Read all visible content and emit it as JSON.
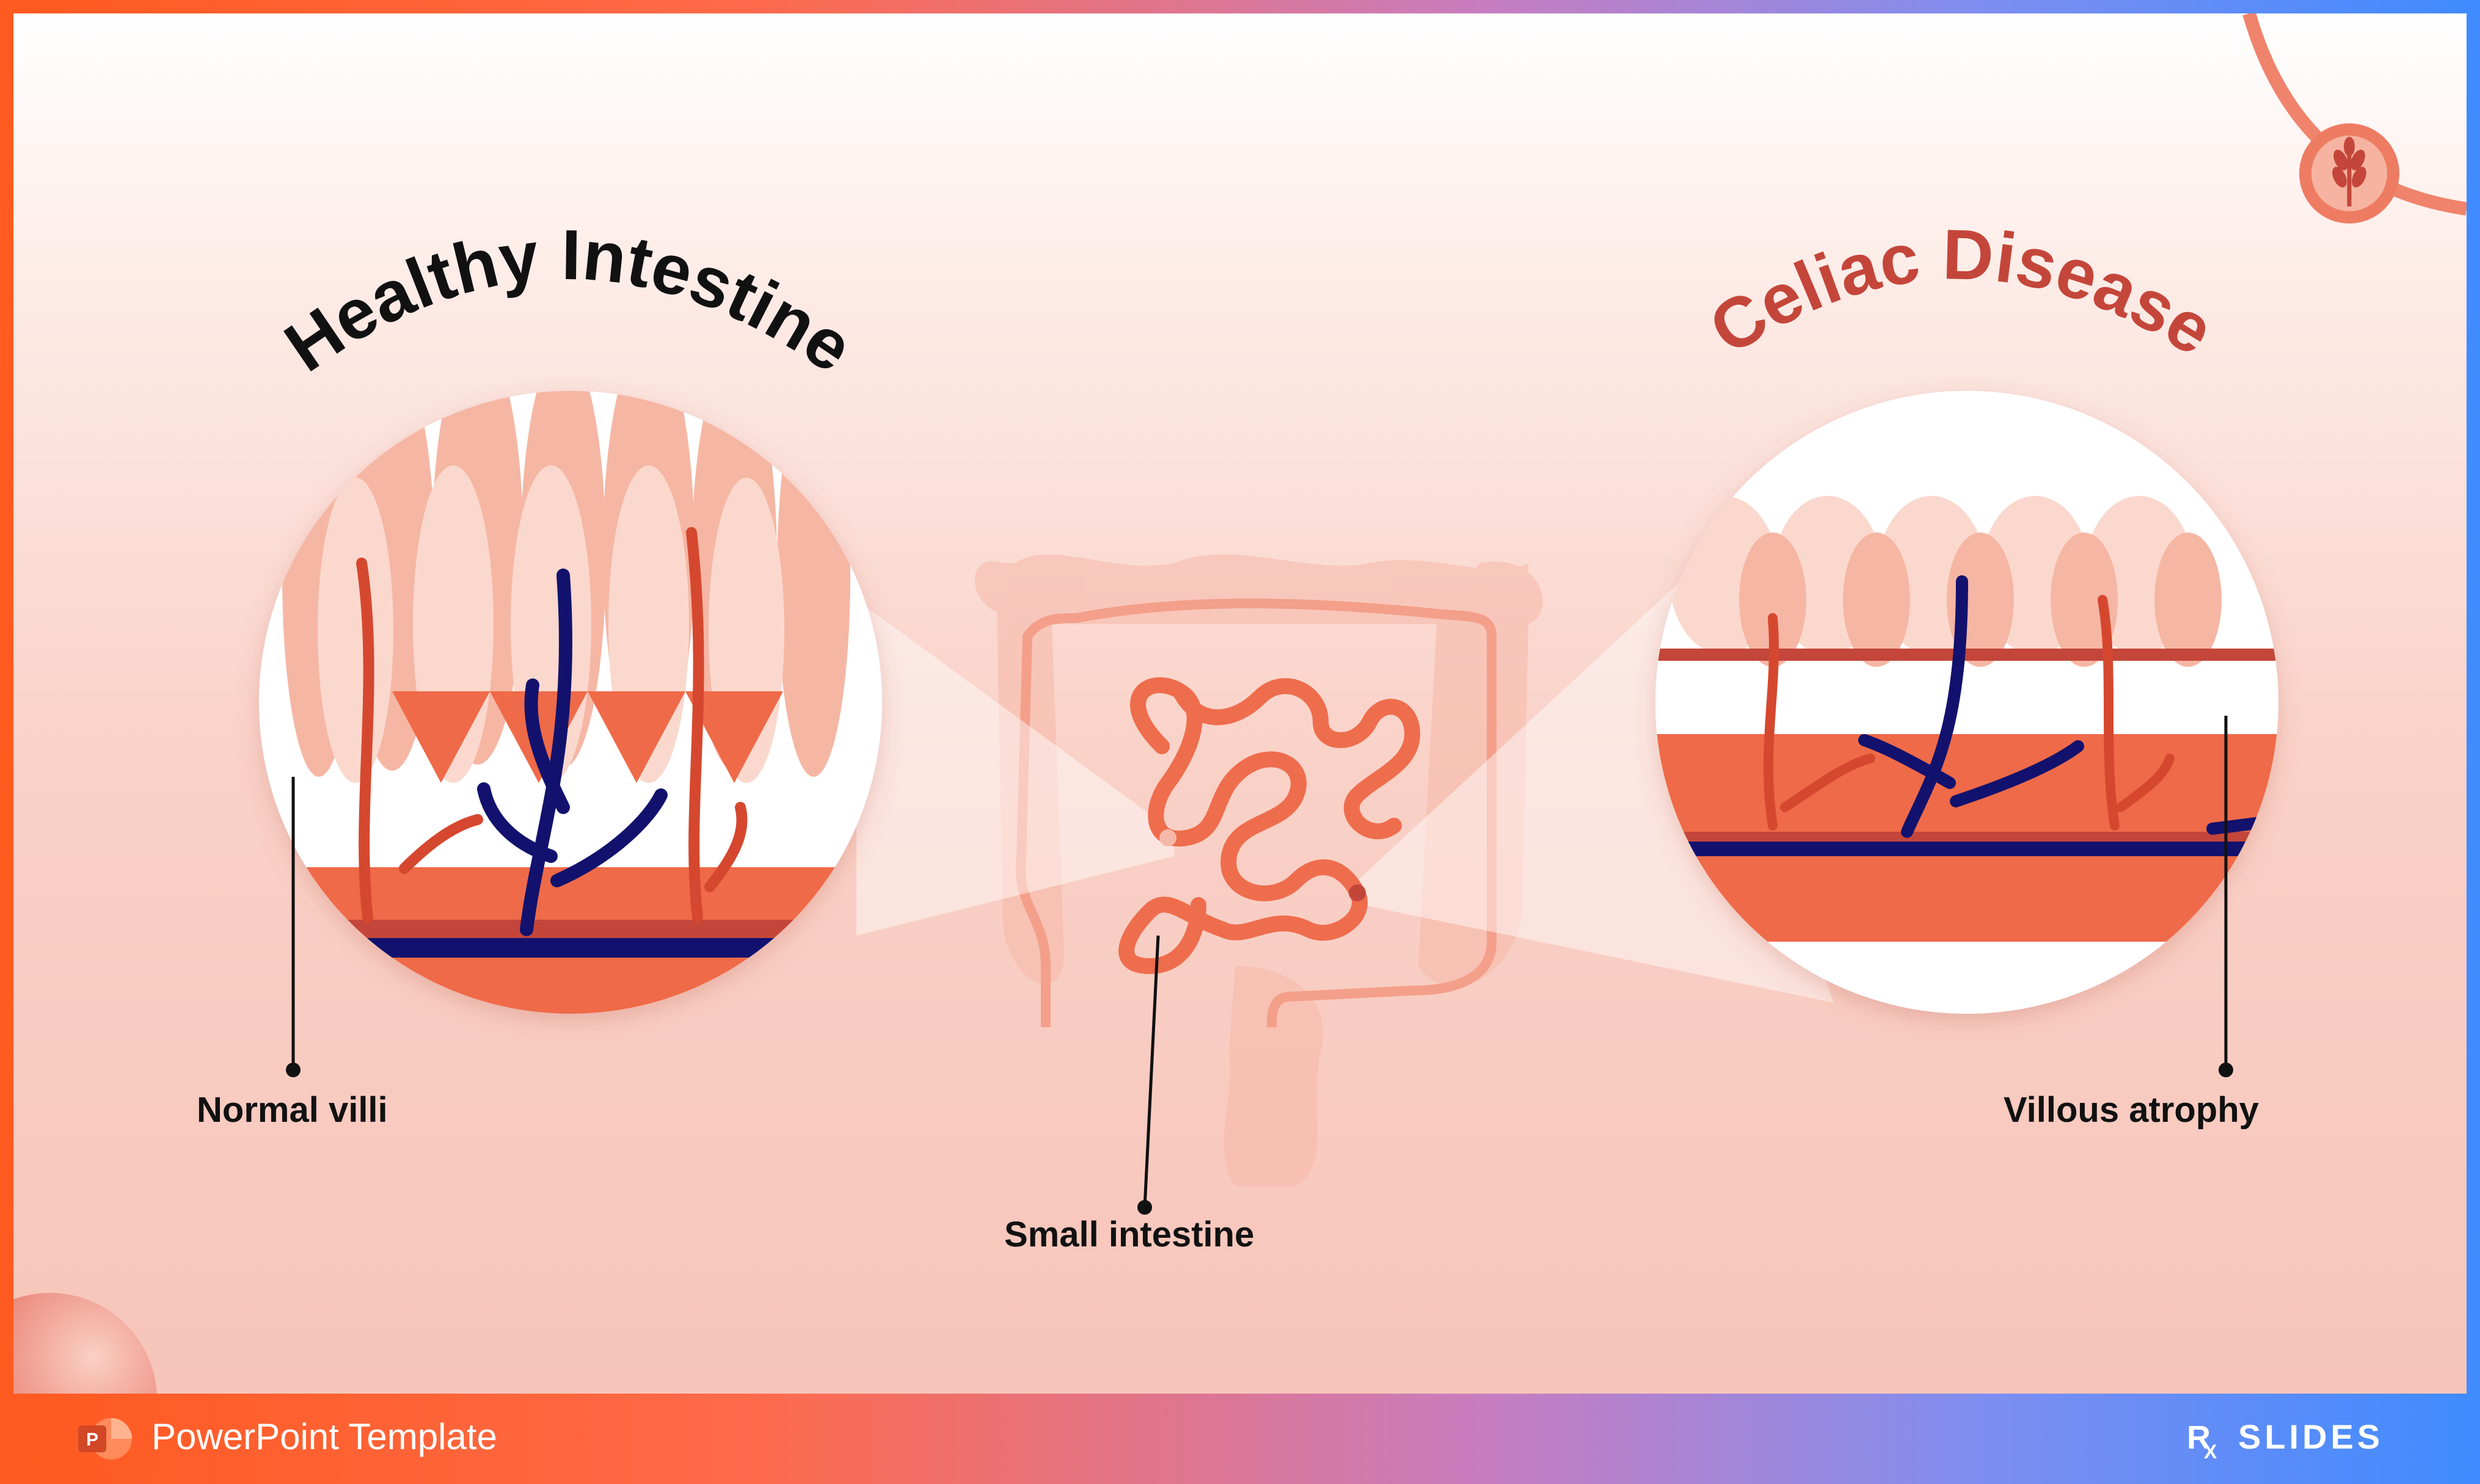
{
  "slide": {
    "healthy_title": "Healthy Intestine",
    "celiac_title": "Celiac Disease",
    "label_normal_villi": "Normal villi",
    "label_small_intestine": "Small intestine",
    "label_villous_atrophy": "Villous atrophy"
  },
  "footer": {
    "template_label": "PowerPoint Template",
    "brand_letter_r": "R",
    "brand_letter_x": "X",
    "brand_text": "SLIDES"
  },
  "colors": {
    "accent_red": "#c4463a",
    "tissue_orange": "#ef6a48",
    "vein_navy": "#12126e",
    "villi_pink": "#f6b6a4"
  },
  "icons": {
    "corner_badge": "wheat-icon",
    "footer_app": "powerpoint-icon"
  }
}
